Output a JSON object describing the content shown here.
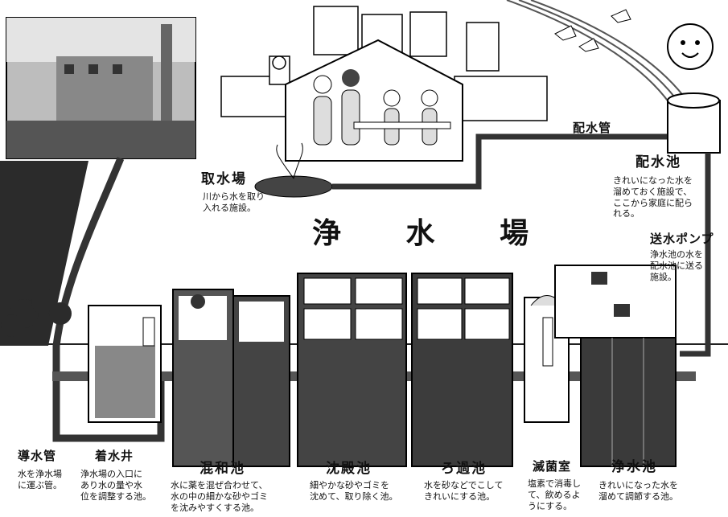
{
  "center_title": "浄 水 場",
  "intake": {
    "title": "取水場",
    "desc": "川から水を取り\n入れる施設。"
  },
  "pipe_label": "配水管",
  "reservoir": {
    "title": "配水池",
    "desc": "きれいになった水を\n溜めておく施設で、\nここから家庭に配ら\nれる。"
  },
  "pump": {
    "title": "送水ポンプ",
    "desc": "浄水池の水を\n配水池に送る\n施設。"
  },
  "stages": [
    {
      "title": "導水管",
      "desc": "水を浄水場\nに運ぶ管。"
    },
    {
      "title": "着水井",
      "desc": "浄水場の入口に\nあり水の量や水\n位を調整する池。"
    },
    {
      "title": "混和池",
      "desc": "水に薬を混ぜ合わせて、\n水の中の細かな砂やゴミ\nを沈みやすくする池。"
    },
    {
      "title": "沈殿池",
      "desc": "細やかな砂やゴミを\n沈めて、取り除く池。"
    },
    {
      "title": "ろ過池",
      "desc": "水を砂などでこして\nきれいにする池。"
    },
    {
      "title": "滅菌室",
      "desc": "塩素で消毒し\nて、飲めるよ\nうにする。"
    },
    {
      "title": "浄水池",
      "desc": "きれいになった水を\n溜めて調節する池。"
    }
  ]
}
